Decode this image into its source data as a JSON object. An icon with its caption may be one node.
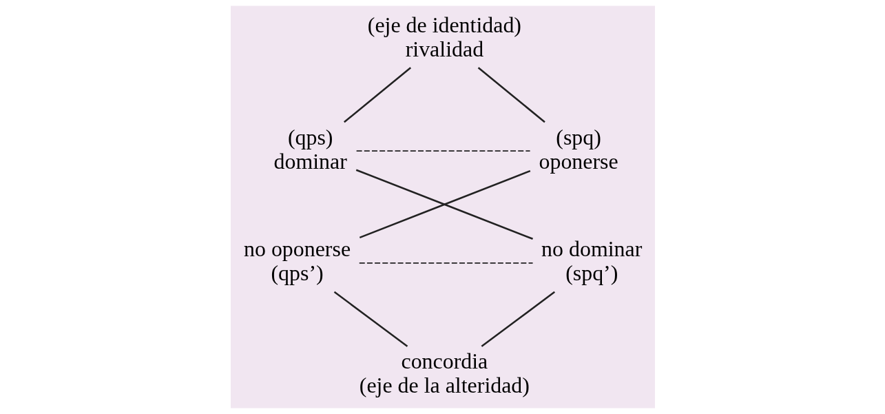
{
  "diagram": {
    "nodes": [
      {
        "text": [
          "(eje de identidad)",
          "rivalidad"
        ]
      },
      {
        "text": [
          "(qps)",
          "dominar"
        ]
      },
      {
        "text": [
          "(spq)",
          "oponerse"
        ]
      },
      {
        "text": [
          "no oponerse",
          "(qps’)"
        ]
      },
      {
        "text": [
          "no dominar",
          "(spq’)"
        ]
      },
      {
        "text": [
          "concordia",
          "(eje de la alteridad)"
        ]
      }
    ],
    "edges": [
      {
        "from": 0,
        "to": 1,
        "arrow": "none"
      },
      {
        "from": 0,
        "to": 2,
        "arrow": "none"
      },
      {
        "from": 1,
        "to": 2,
        "arrow": "none",
        "style": "dashed"
      },
      {
        "from": 1,
        "to": 4,
        "arrow": "none"
      },
      {
        "from": 2,
        "to": 3,
        "arrow": "none"
      },
      {
        "from": 3,
        "to": 4,
        "arrow": "none",
        "style": "dashed"
      },
      {
        "from": 3,
        "to": 5,
        "arrow": "none"
      },
      {
        "from": 4,
        "to": 5,
        "arrow": "none"
      }
    ]
  }
}
